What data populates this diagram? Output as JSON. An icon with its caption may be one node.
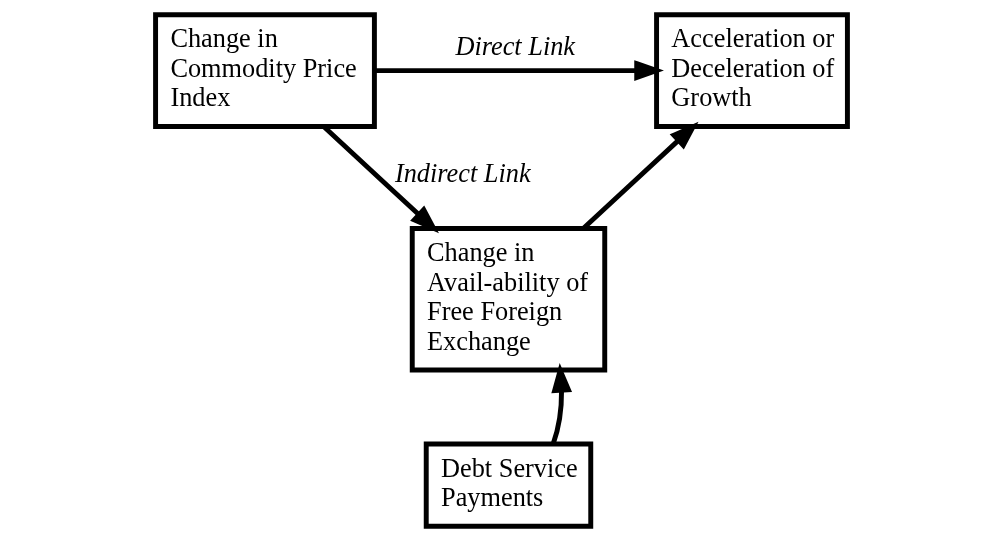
{
  "diagram": {
    "nodes": [
      {
        "text": [
          "Change in Commodity Price Index"
        ]
      },
      {
        "text": [
          "Acceleration or Deceleration of Growth"
        ]
      },
      {
        "text": [
          "Change in Avail-ability of Free Foreign Exchange"
        ]
      },
      {
        "text": [
          "Debt Service Payments"
        ]
      }
    ],
    "edges": [
      {
        "from": 0,
        "to": 1,
        "arrow": "to",
        "label": "Direct Link"
      },
      {
        "from": 0,
        "to": 2,
        "arrow": "to",
        "label": "Indirect Link"
      },
      {
        "from": 2,
        "to": 1,
        "arrow": "to"
      },
      {
        "from": 3,
        "to": 2,
        "arrow": "to"
      }
    ]
  }
}
